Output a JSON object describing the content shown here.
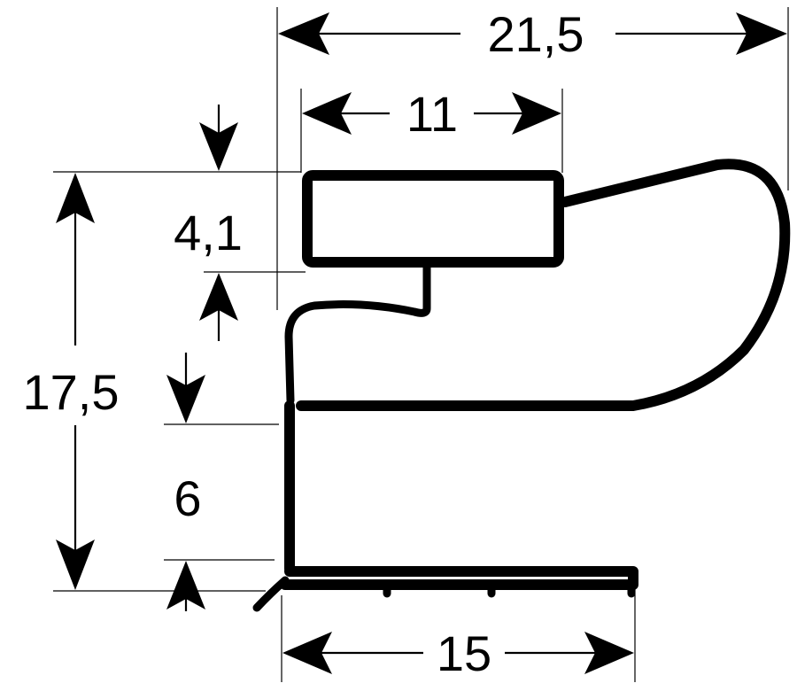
{
  "dimensions": {
    "overall_width": "21,5",
    "top_width": "11",
    "top_height": "4,1",
    "overall_height": "17,5",
    "base_height": "6",
    "base_width": "15"
  },
  "colors": {
    "line": "#000000",
    "background": "#ffffff"
  }
}
